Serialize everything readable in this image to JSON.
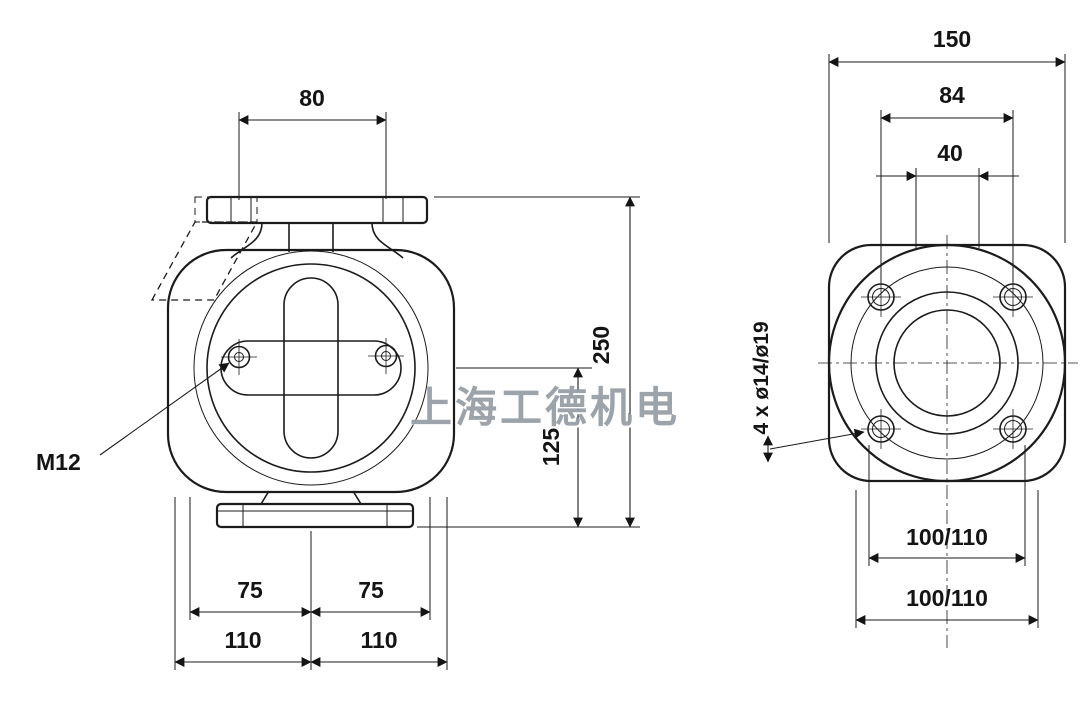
{
  "watermark": "上海工德机电",
  "front_view": {
    "label_m12": "M12",
    "dim_top": "80",
    "dim_height_total": "250",
    "dim_height_half": "125",
    "dim_75_left": "75",
    "dim_75_right": "75",
    "dim_110_left": "110",
    "dim_110_right": "110"
  },
  "end_view": {
    "dim_overall": "150",
    "dim_84": "84",
    "dim_40": "40",
    "label_holes": "4 x ø14/ø19",
    "dim_bolt_circle_1": "100/110",
    "dim_bolt_circle_2": "100/110"
  }
}
